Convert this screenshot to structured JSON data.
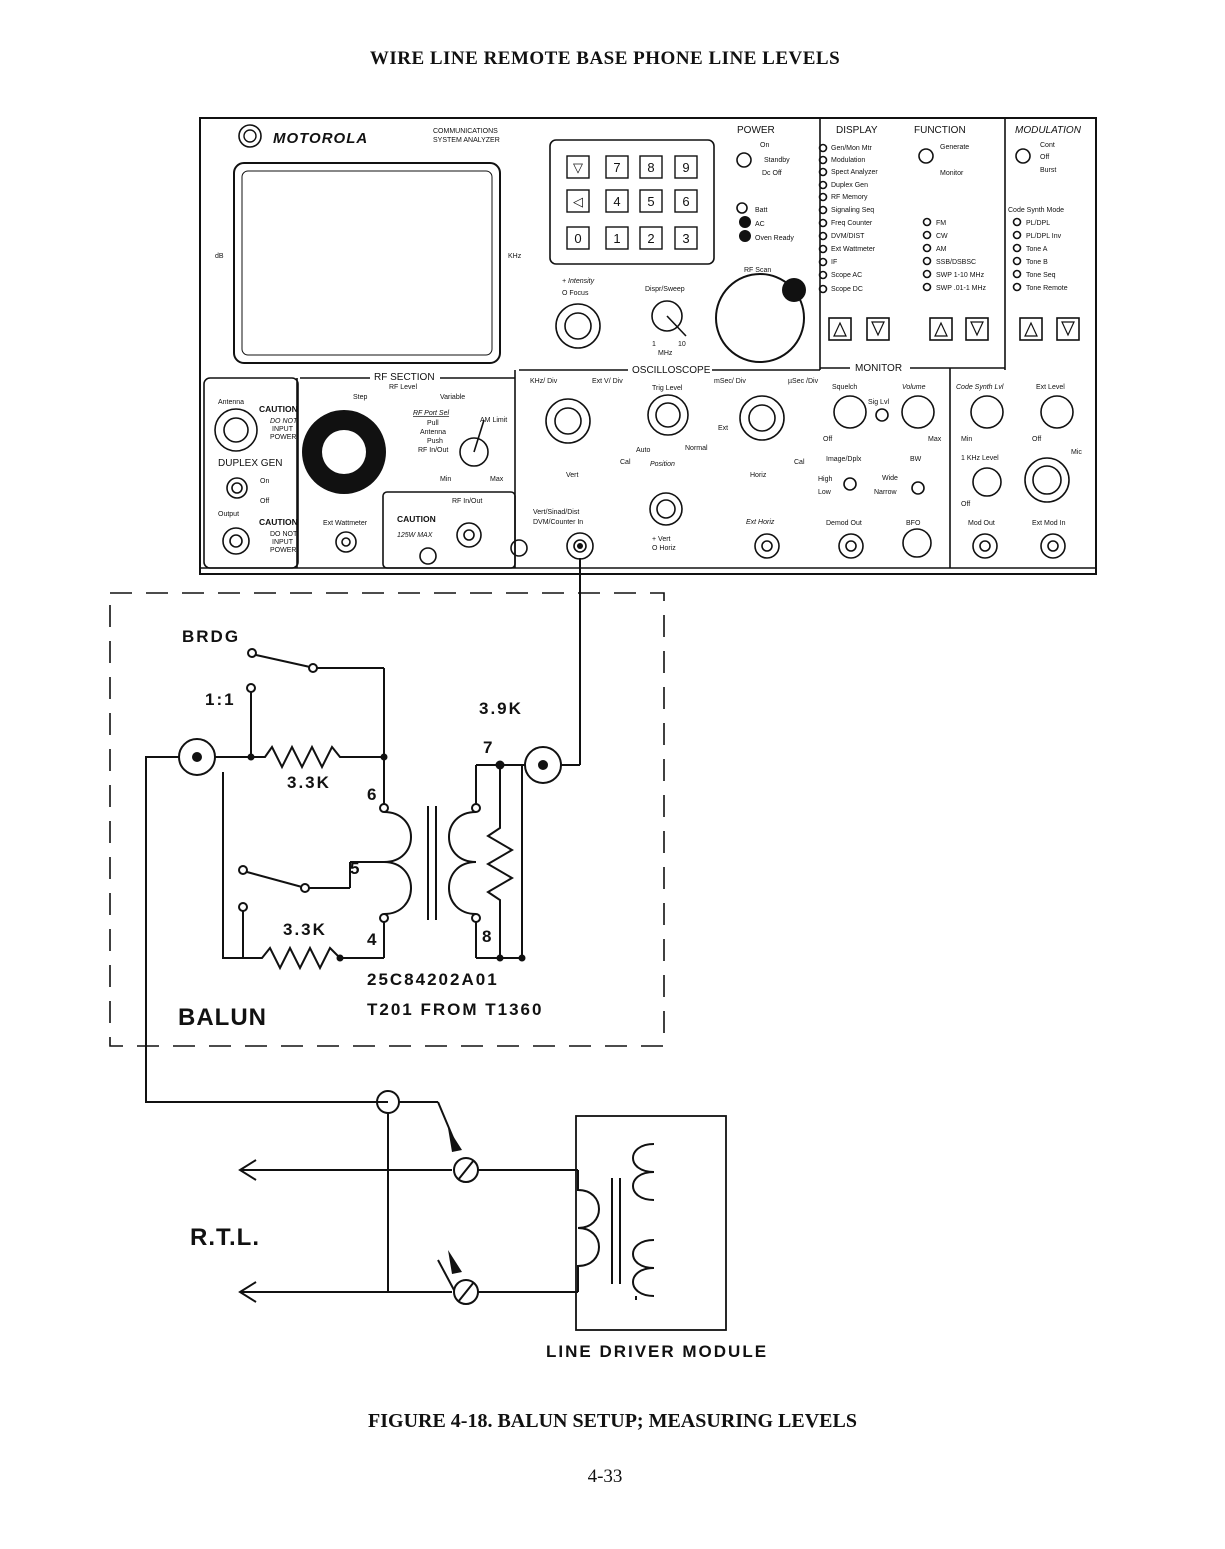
{
  "page": {
    "title": "WIRE LINE REMOTE BASE PHONE LINE LEVELS",
    "caption": "FIGURE 4-18.   BALUN SETUP; MEASURING LEVELS",
    "page_number": "4-33"
  },
  "analyzer": {
    "brand": "MOTOROLA",
    "model_line1": "COMMUNICATIONS",
    "model_line2": "SYSTEM ANALYZER",
    "screen_db": "dB",
    "screen_khz": "KHz",
    "keypad": [
      "▽",
      "7",
      "8",
      "9",
      "◁",
      "4",
      "5",
      "6",
      "0",
      "1",
      "2",
      "3"
    ],
    "power": {
      "title": "POWER",
      "on": "On",
      "standby": "Standby",
      "dc_off": "Dc Off",
      "batt": "Batt",
      "ac": "AC",
      "oven_ready": "Oven Ready",
      "rf_scan": "RF Scan"
    },
    "display": {
      "title": "DISPLAY",
      "items": [
        "Gen/Mon Mtr",
        "Modulation",
        "Spect Analyzer",
        "Duplex Gen",
        "RF Memory",
        "Signaling Seq",
        "Freq Counter",
        "DVM/DIST",
        "Ext Wattmeter",
        "IF",
        "Scope AC",
        "Scope DC"
      ]
    },
    "function": {
      "title": "FUNCTION",
      "generate": "Generate",
      "monitor": "Monitor",
      "items": [
        "FM",
        "CW",
        "AM",
        "SSB/DSBSC",
        "SWP 1-10 MHz",
        "SWP .01-1 MHz"
      ]
    },
    "modulation": {
      "title": "MODULATION",
      "cont": "Cont",
      "off": "Off",
      "burst": "Burst",
      "code_synth_mode": "Code Synth Mode",
      "items": [
        "PL/DPL",
        "PL/DPL Inv",
        "Tone A",
        "Tone B",
        "Tone Seq",
        "Tone Remote"
      ]
    },
    "focus_block": {
      "intensity": "+ Intensity",
      "focus": "O Focus",
      "dispr_sweep": "Dispr/Sweep",
      "one": "1",
      "ten": "10",
      "mhz": "MHz"
    },
    "oscilloscope": {
      "title": "OSCILLOSCOPE",
      "khz_div": "KHz/ Div",
      "ext_v_div": "Ext V/ Div",
      "trig_level": "Trig Level",
      "msec_div": "mSec/ Div",
      "usec_div": "µSec /Div",
      "auto": "Auto",
      "normal": "Normal",
      "position": "Position",
      "cal": "Cal",
      "vert": "Vert",
      "horiz": "Horiz",
      "ext": "Ext",
      "vert_sinad_dist": "Vert/Sinad/Dist",
      "dvm_counter_in": "DVM/Counter In",
      "vert_sel": "+ Vert",
      "horiz_sel": "O Horiz",
      "ext_horiz": "Ext Horiz"
    },
    "monitor": {
      "title": "MONITOR",
      "squelch": "Squelch",
      "sig_lvl": "Sig Lvl",
      "volume": "Volume",
      "off": "Off",
      "max": "Max",
      "image_dplx": "Image/Dplx",
      "bw": "BW",
      "high": "High",
      "low": "Low",
      "wide": "Wide",
      "narrow": "Narrow",
      "demod_out": "Demod Out",
      "bfo": "BFO"
    },
    "mod_out": {
      "code_synth_lvl": "Code Synth Lvl",
      "ext_level": "Ext Level",
      "min": "Min",
      "off": "Off",
      "mic": "Mic",
      "one_khz_level": "1 KHz Level",
      "mod_out": "Mod Out",
      "ext_mod_in": "Ext Mod In"
    },
    "rf_section": {
      "title": "RF SECTION",
      "rf_level": "RF Level",
      "step": "Step",
      "variable": "Variable",
      "rf_port_sel": "RF Port Sel",
      "pull": "Pull",
      "antenna": "Antenna",
      "push": "Push",
      "rf_in_out": "RF In/Out",
      "am_limit": "AM Limit",
      "min": "Min",
      "max": "Max",
      "ext_wattmeter": "Ext Wattmeter",
      "caution": "CAUTION",
      "max_power": "125W MAX",
      "rf_in_out_port": "RF In/Out"
    },
    "antenna_block": {
      "antenna": "Antenna",
      "caution": "CAUTION",
      "warn1": "DO NOT",
      "warn2": "INPUT",
      "warn3": "POWER",
      "duplex_gen": "DUPLEX GEN",
      "on": "On",
      "off": "Off",
      "output": "Output"
    }
  },
  "schematic": {
    "brdg": "BRDG",
    "ratio": "1:1",
    "r1": "3.3K",
    "r2": "3.3K",
    "r3": "3.9K",
    "pins": [
      "6",
      "5",
      "4",
      "7",
      "8"
    ],
    "part_number": "25C84202A01",
    "transformer": "T201 FROM T1360",
    "balun": "BALUN",
    "rtl": "R.T.L.",
    "line_driver": "LINE DRIVER MODULE"
  }
}
